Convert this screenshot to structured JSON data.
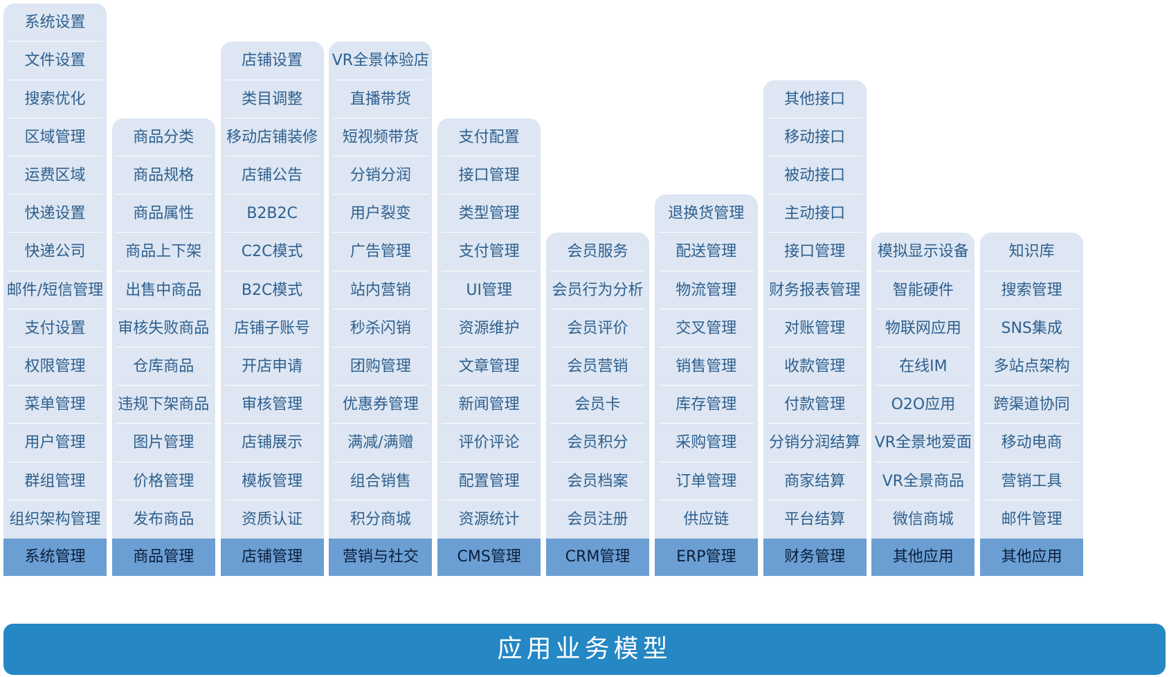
{
  "title": "应用业务模型",
  "columns": [
    {
      "footer": "系统管理",
      "items": [
        "系统设置",
        "文件设置",
        "搜索优化",
        "区域管理",
        "运费区域",
        "快递设置",
        "快递公司",
        "邮件/短信管理",
        "支付设置",
        "权限管理",
        "菜单管理",
        "用户管理",
        "群组管理",
        "组织架构管理"
      ]
    },
    {
      "footer": "商品管理",
      "items": [
        "商品分类",
        "商品规格",
        "商品属性",
        "商品上下架",
        "出售中商品",
        "审核失败商品",
        "仓库商品",
        "违规下架商品",
        "图片管理",
        "价格管理",
        "发布商品"
      ]
    },
    {
      "footer": "店铺管理",
      "items": [
        "店铺设置",
        "类目调整",
        "移动店铺装修",
        "店铺公告",
        "B2B2C",
        "C2C模式",
        "B2C模式",
        "店铺子账号",
        "开店申请",
        "审核管理",
        "店铺展示",
        "模板管理",
        "资质认证"
      ]
    },
    {
      "footer": "营销与社交",
      "items": [
        "VR全景体验店",
        "直播带货",
        "短视频带货",
        "分销分润",
        "用户裂变",
        "广告管理",
        "站内营销",
        "秒杀闪销",
        "团购管理",
        "优惠券管理",
        "满减/满赠",
        "组合销售",
        "积分商城"
      ]
    },
    {
      "footer": "CMS管理",
      "items": [
        "支付配置",
        "接口管理",
        "类型管理",
        "支付管理",
        "UI管理",
        "资源维护",
        "文章管理",
        "新闻管理",
        "评价评论",
        "配置管理",
        "资源统计"
      ]
    },
    {
      "footer": "CRM管理",
      "items": [
        "会员服务",
        "会员行为分析",
        "会员评价",
        "会员营销",
        "会员卡",
        "会员积分",
        "会员档案",
        "会员注册"
      ]
    },
    {
      "footer": "ERP管理",
      "items": [
        "退换货管理",
        "配送管理",
        "物流管理",
        "交叉管理",
        "销售管理",
        "库存管理",
        "采购管理",
        "订单管理",
        "供应链"
      ]
    },
    {
      "footer": "财务管理",
      "items": [
        "其他接口",
        "移动接口",
        "被动接口",
        "主动接口",
        "接口管理",
        "财务报表管理",
        "对账管理",
        "收款管理",
        "付款管理",
        "分销分润结算",
        "商家结算",
        "平台结算"
      ]
    },
    {
      "footer": "其他应用",
      "items": [
        "模拟显示设备",
        "智能硬件",
        "物联网应用",
        "在线IM",
        "O2O应用",
        "VR全景地爱面",
        "VR全景商品",
        "微信商城"
      ]
    },
    {
      "footer": "其他应用",
      "items": [
        "知识库",
        "搜索管理",
        "SNS集成",
        "多站点架构",
        "跨渠道协同",
        "移动电商",
        "营销工具",
        "邮件管理"
      ]
    }
  ]
}
